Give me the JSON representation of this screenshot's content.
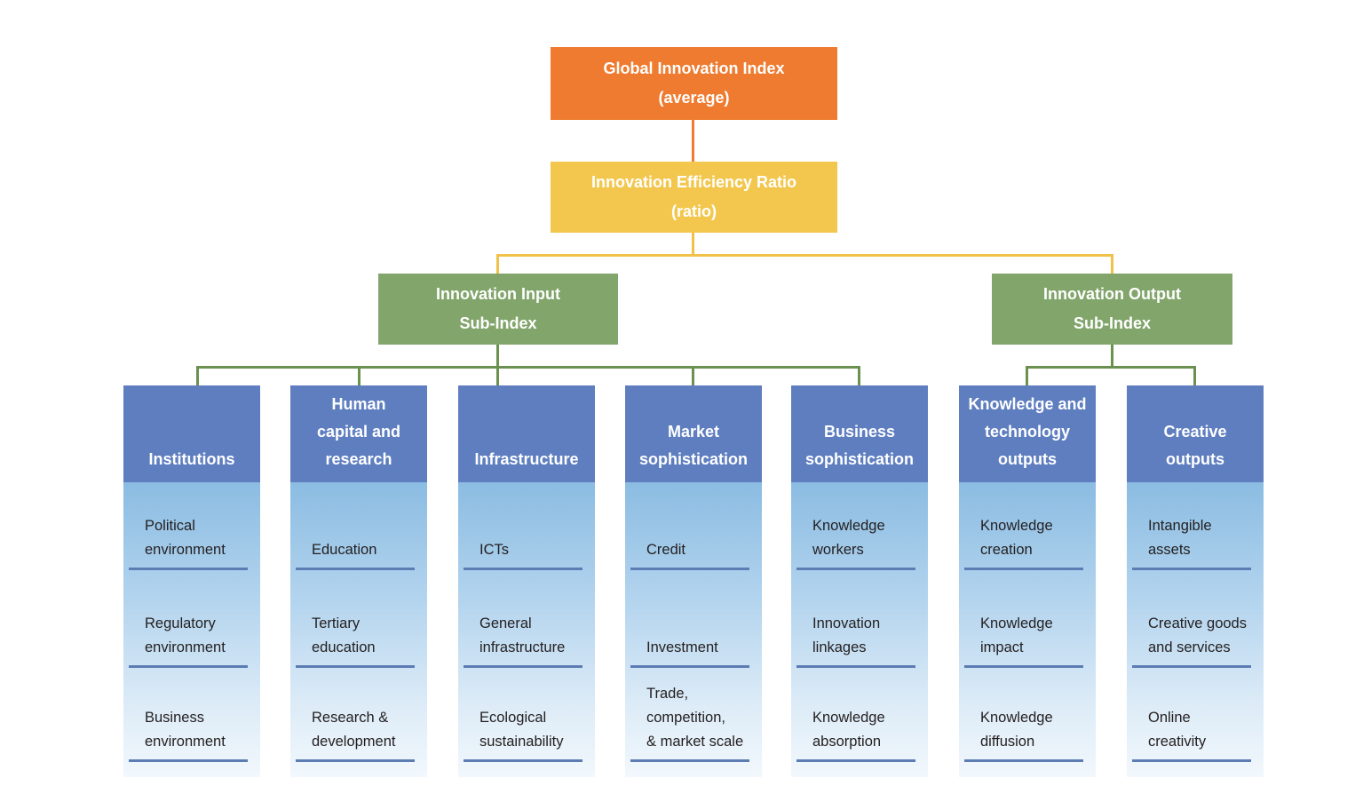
{
  "nodes": {
    "gii": {
      "lines": [
        "Global Innovation Index",
        "(average)"
      ]
    },
    "efficiency": {
      "lines": [
        "Innovation Efficiency Ratio",
        "(ratio)"
      ]
    },
    "input": {
      "lines": [
        "Innovation Input",
        "Sub-Index"
      ]
    },
    "output": {
      "lines": [
        "Innovation Output",
        "Sub-Index"
      ]
    }
  },
  "pillars": [
    {
      "title": [
        "Institutions"
      ],
      "items": [
        [
          "Political",
          "environment"
        ],
        [
          "Regulatory",
          "environment"
        ],
        [
          "Business",
          "environment"
        ]
      ]
    },
    {
      "title": [
        "Human",
        "capital and",
        "research"
      ],
      "items": [
        [
          "Education"
        ],
        [
          "Tertiary",
          "education"
        ],
        [
          "Research &",
          "development"
        ]
      ]
    },
    {
      "title": [
        "Infrastructure"
      ],
      "items": [
        [
          "ICTs"
        ],
        [
          "General",
          "infrastructure"
        ],
        [
          "Ecological",
          "sustainability"
        ]
      ]
    },
    {
      "title": [
        "Market",
        "sophistication"
      ],
      "items": [
        [
          "Credit"
        ],
        [
          "Investment"
        ],
        [
          "Trade,",
          "competition,",
          "& market scale"
        ]
      ]
    },
    {
      "title": [
        "Business",
        "sophistication"
      ],
      "items": [
        [
          "Knowledge",
          "workers"
        ],
        [
          "Innovation",
          "linkages"
        ],
        [
          "Knowledge",
          "absorption"
        ]
      ]
    },
    {
      "title": [
        "Knowledge and",
        "technology",
        "outputs"
      ],
      "items": [
        [
          "Knowledge",
          "creation"
        ],
        [
          "Knowledge",
          "impact"
        ],
        [
          "Knowledge",
          "diffusion"
        ]
      ]
    },
    {
      "title": [
        "Creative",
        "outputs"
      ],
      "items": [
        [
          "Intangible",
          "assets"
        ],
        [
          "Creative goods",
          "and services"
        ],
        [
          "Online",
          "creativity"
        ]
      ]
    }
  ],
  "colors": {
    "gii_box": "#ee7b2f",
    "efficiency_box": "#f3c74e",
    "subindex_box": "#82a56b",
    "pillar_header": "#5e7ec0",
    "pillar_body_gradient_top": "#8bbce2",
    "pillar_body_gradient_bottom": "#f2f8fd",
    "subitem_rule": "#5c7db4",
    "connector_green": "#6b9150",
    "connector_yellow": "#f0c24a",
    "connector_orange": "#ee7b2f"
  }
}
